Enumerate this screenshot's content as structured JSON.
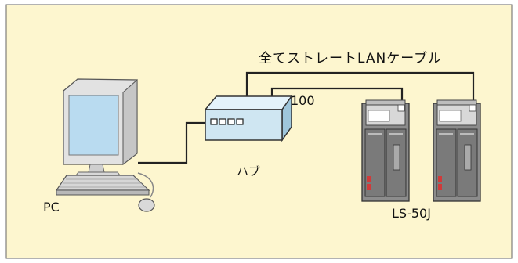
{
  "diagram": {
    "cable_label": "全てストレートLANケーブル",
    "speed_label": "100",
    "hub_label": "ハブ",
    "pc_label": "PC",
    "controller_label": "LS-50J",
    "colors": {
      "background": "#fdf6cf",
      "border": "#555555",
      "cable": "#222222",
      "hub_body": "#cfe6f2",
      "monitor_screen": "#b9dbf0",
      "controller_body": "#8c8c8c"
    }
  }
}
